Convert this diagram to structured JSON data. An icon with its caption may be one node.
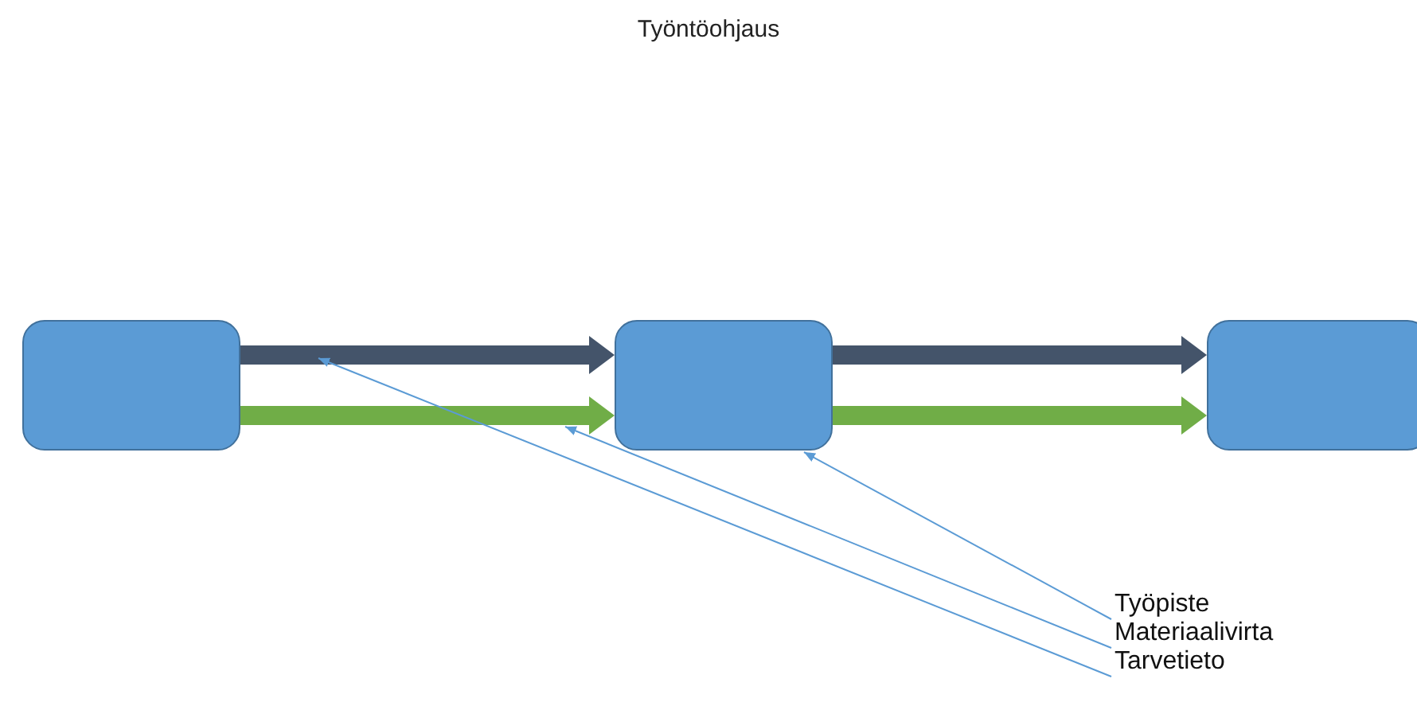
{
  "diagram": {
    "title": "Työntöohjaus",
    "nodes": [
      {
        "text": [],
        "shape": "box"
      },
      {
        "text": [],
        "shape": "box"
      },
      {
        "text": [],
        "shape": "box"
      },
      {
        "text": [
          "Työpiste"
        ]
      },
      {
        "text": [
          "Materiaalivirta"
        ]
      },
      {
        "text": [
          "Tarvetieto"
        ]
      }
    ],
    "edges": [
      {
        "from": 0,
        "to": 1,
        "arrow": "to",
        "color": "#44546a"
      },
      {
        "from": 0,
        "to": 1,
        "arrow": "to",
        "color": "#70ad47"
      },
      {
        "from": 1,
        "to": 2,
        "arrow": "to",
        "color": "#44546a"
      },
      {
        "from": 1,
        "to": 2,
        "arrow": "to",
        "color": "#70ad47"
      },
      {
        "from": 3,
        "to": 1,
        "arrow": "to",
        "color": "#5b9bd5"
      },
      {
        "from": 4,
        "to": null,
        "arrow": "to",
        "color": "#5b9bd5"
      },
      {
        "from": 5,
        "to": null,
        "arrow": "to",
        "color": "#5b9bd5"
      }
    ]
  }
}
